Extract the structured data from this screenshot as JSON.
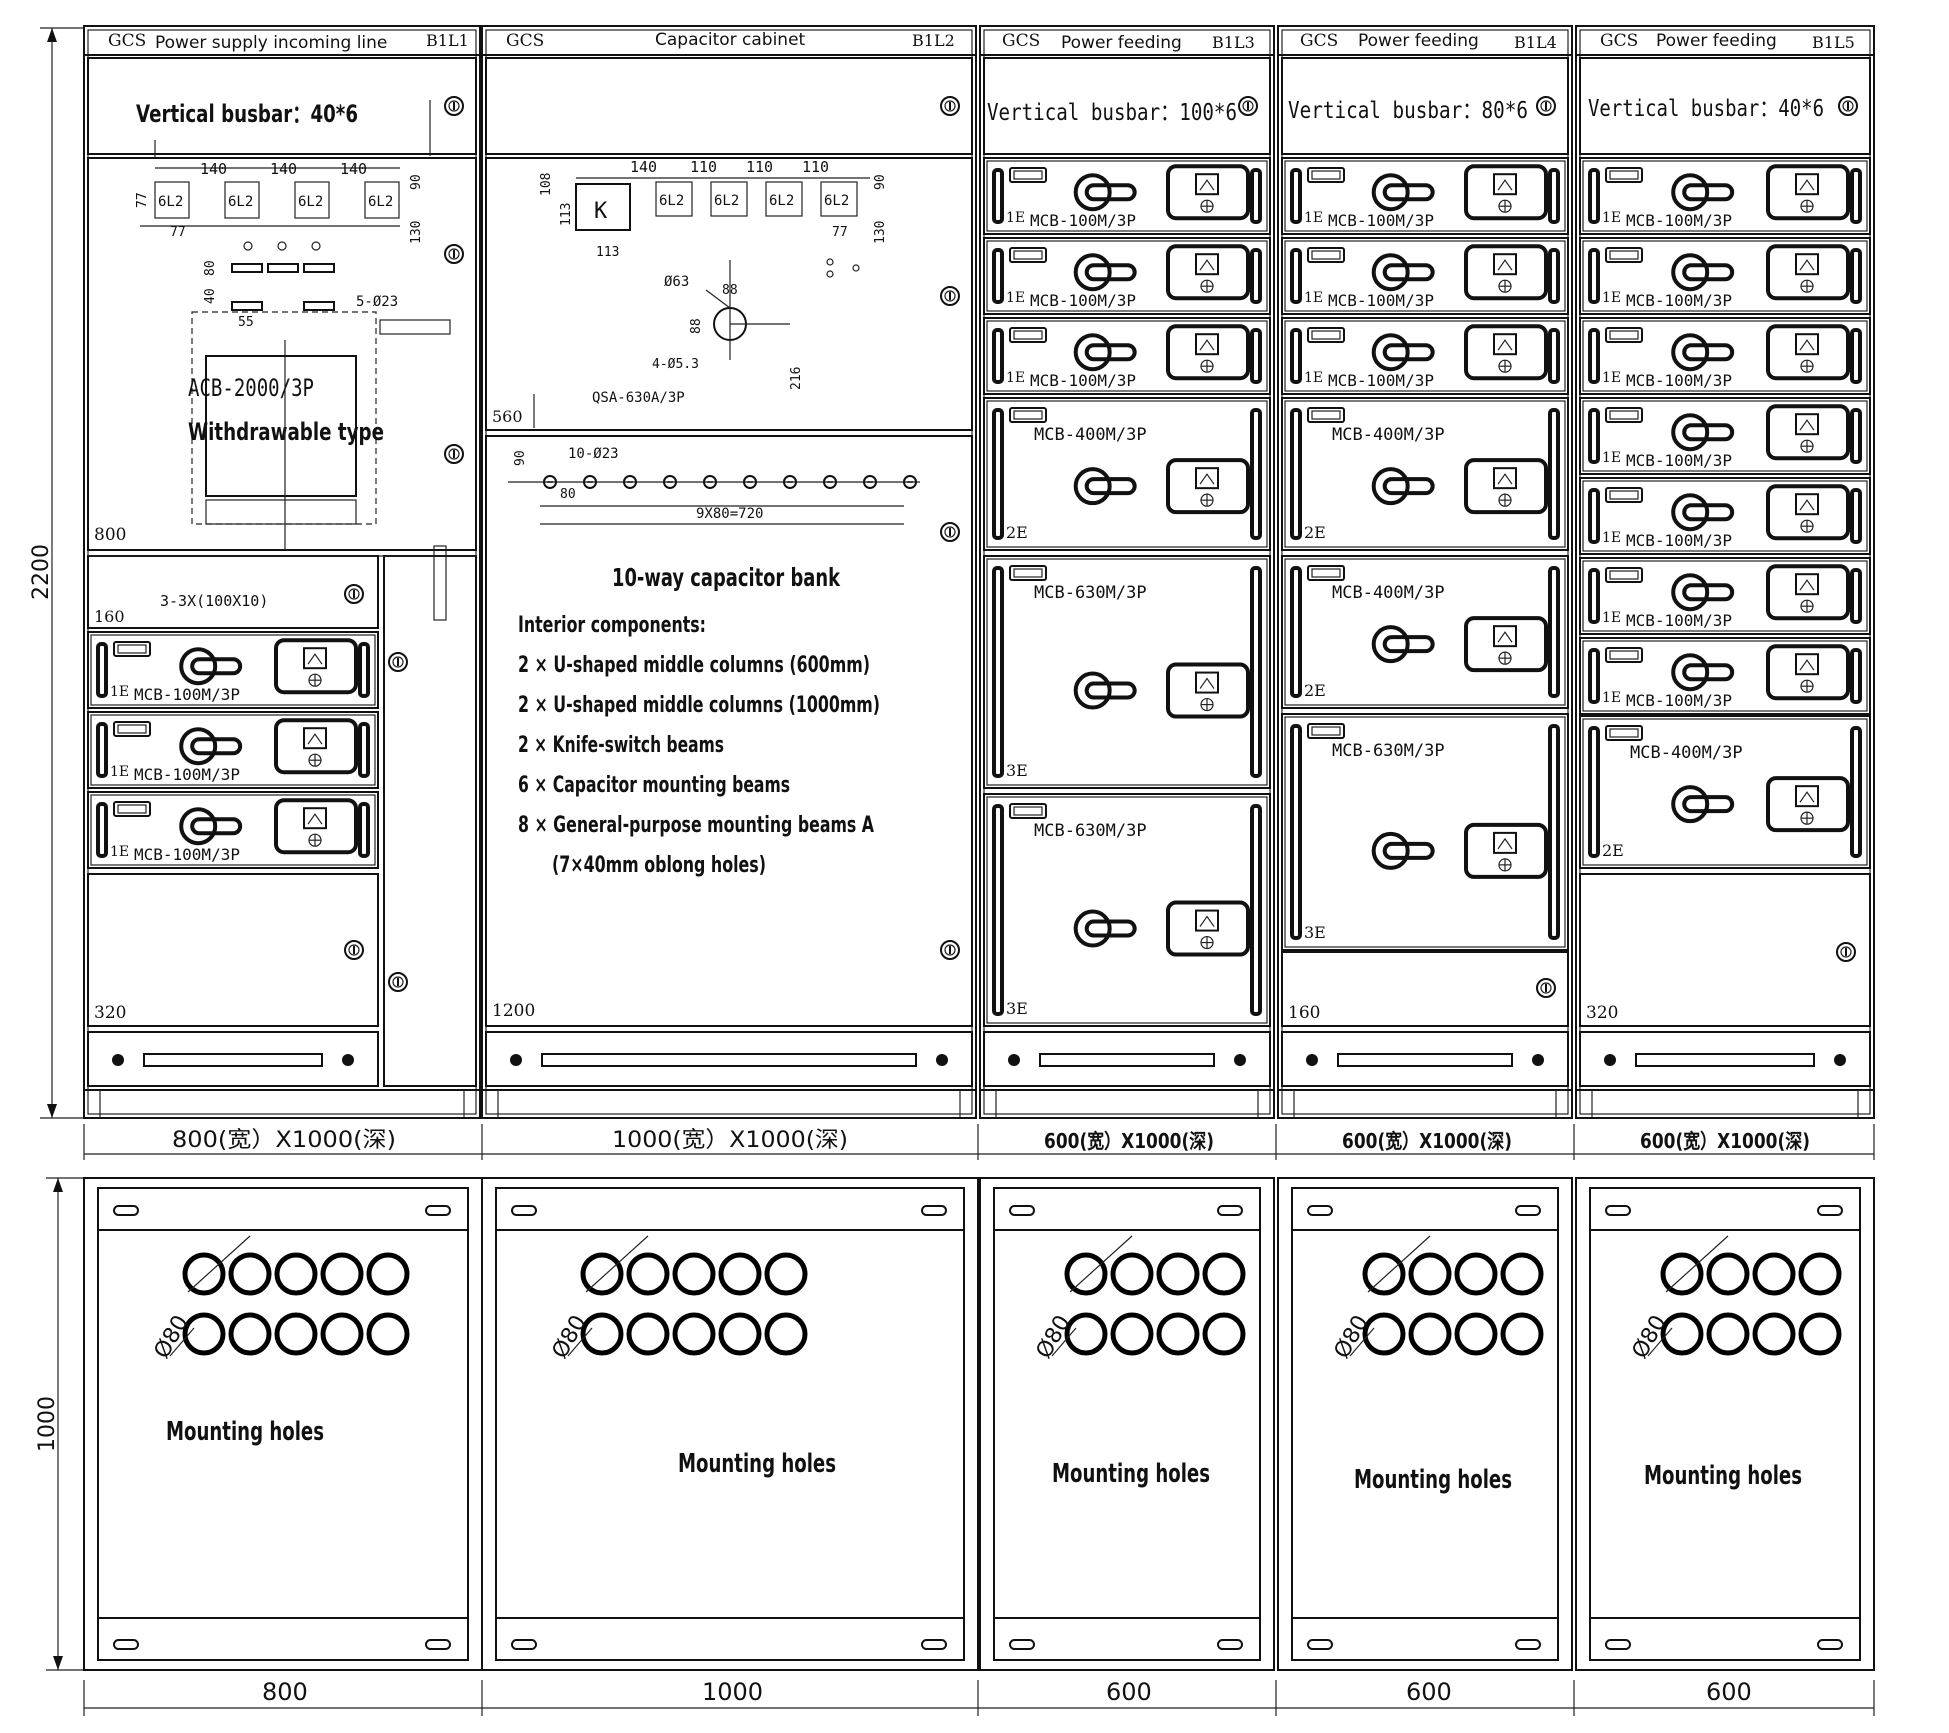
{
  "overall": {
    "height_label": "2200",
    "depth_label": "1000"
  },
  "cabinets": [
    {
      "id": "b1l1",
      "brand": "GCS",
      "title": "Power supply incoming line",
      "code": "B1L1",
      "busbar": "Vertical busbar：40*6",
      "size_label": "800(宽）X1000(深)",
      "plan_width_label": "800",
      "mounting_label": "Mounting holes",
      "acb_label": "ACB-2000/3P",
      "acb_type": "Withdrawable type",
      "section_labels": [
        "800",
        "160",
        "320"
      ],
      "bus_note": "3-3X(100X10)",
      "hole_note": "5-Ø23",
      "dims": [
        "140",
        "140",
        "140",
        "77",
        "77",
        "90",
        "130",
        "80",
        "40",
        "55"
      ],
      "box_labels": [
        "6L2",
        "6L2",
        "6L2",
        "6L2"
      ],
      "breakers": [
        {
          "module": "1E",
          "model": "MCB-100M/3P"
        },
        {
          "module": "1E",
          "model": "MCB-100M/3P"
        },
        {
          "module": "1E",
          "model": "MCB-100M/3P"
        }
      ]
    },
    {
      "id": "b1l2",
      "brand": "GCS",
      "title": "Capacitor cabinet",
      "code": "B1L2",
      "size_label": "1000(宽）X1000(深)",
      "plan_width_label": "1000",
      "mounting_label": "Mounting holes",
      "section_labels": [
        "560",
        "1200"
      ],
      "k_label": "K",
      "box_labels": [
        "6L2",
        "6L2",
        "6L2",
        "6L2"
      ],
      "dims": [
        "140",
        "110",
        "110",
        "110",
        "108",
        "113",
        "113",
        "90",
        "77",
        "130",
        "88",
        "88",
        "216",
        "90",
        "80"
      ],
      "hole_note": "Ø63",
      "hole_note2": "4-Ø5.3",
      "qsa_label": "QSA-630A/3P",
      "row_note": "10-Ø23",
      "spacing_note": "9X80=720",
      "bank_title": "10-way capacitor bank",
      "components_title": "Interior components:",
      "components": [
        "2 × U-shaped middle columns (600mm)",
        "2 × U-shaped middle columns (1000mm)",
        "2 × Knife-switch beams",
        "6 × Capacitor mounting beams",
        "8 × General-purpose mounting beams A",
        "(7×40mm oblong holes)"
      ]
    },
    {
      "id": "b1l3",
      "brand": "GCS",
      "title": "Power feeding",
      "code": "B1L3",
      "busbar": "Vertical busbar：100*6",
      "size_label": "600(宽）X1000(深)",
      "plan_width_label": "600",
      "mounting_label": "Mounting holes",
      "breakers": [
        {
          "module": "1E",
          "model": "MCB-100M/3P"
        },
        {
          "module": "1E",
          "model": "MCB-100M/3P"
        },
        {
          "module": "1E",
          "model": "MCB-100M/3P"
        },
        {
          "module": "2E",
          "model": "MCB-400M/3P"
        },
        {
          "module": "3E",
          "model": "MCB-630M/3P"
        },
        {
          "module": "3E",
          "model": "MCB-630M/3P"
        }
      ]
    },
    {
      "id": "b1l4",
      "brand": "GCS",
      "title": "Power feeding",
      "code": "B1L4",
      "busbar": "Vertical busbar：80*6",
      "size_label": "600(宽）X1000(深)",
      "plan_width_label": "600",
      "mounting_label": "Mounting holes",
      "section_labels": [
        "160"
      ],
      "breakers": [
        {
          "module": "1E",
          "model": "MCB-100M/3P"
        },
        {
          "module": "1E",
          "model": "MCB-100M/3P"
        },
        {
          "module": "1E",
          "model": "MCB-100M/3P"
        },
        {
          "module": "2E",
          "model": "MCB-400M/3P"
        },
        {
          "module": "2E",
          "model": "MCB-400M/3P"
        },
        {
          "module": "3E",
          "model": "MCB-630M/3P"
        }
      ]
    },
    {
      "id": "b1l5",
      "brand": "GCS",
      "title": "Power feeding",
      "code": "B1L5",
      "busbar": "Vertical busbar：40*6",
      "size_label": "600(宽）X1000(深)",
      "plan_width_label": "600",
      "mounting_label": "Mounting holes",
      "section_labels": [
        "320"
      ],
      "breakers": [
        {
          "module": "1E",
          "model": "MCB-100M/3P"
        },
        {
          "module": "1E",
          "model": "MCB-100M/3P"
        },
        {
          "module": "1E",
          "model": "MCB-100M/3P"
        },
        {
          "module": "1E",
          "model": "MCB-100M/3P"
        },
        {
          "module": "1E",
          "model": "MCB-100M/3P"
        },
        {
          "module": "1E",
          "model": "MCB-100M/3P"
        },
        {
          "module": "1E",
          "model": "MCB-100M/3P"
        },
        {
          "module": "2E",
          "model": "MCB-400M/3P"
        }
      ]
    }
  ],
  "hole_diameter_label": "Ø80",
  "icons": [
    "padlock-icon",
    "ammeter-icon",
    "rotary-handle-icon",
    "door-handle-icon"
  ]
}
